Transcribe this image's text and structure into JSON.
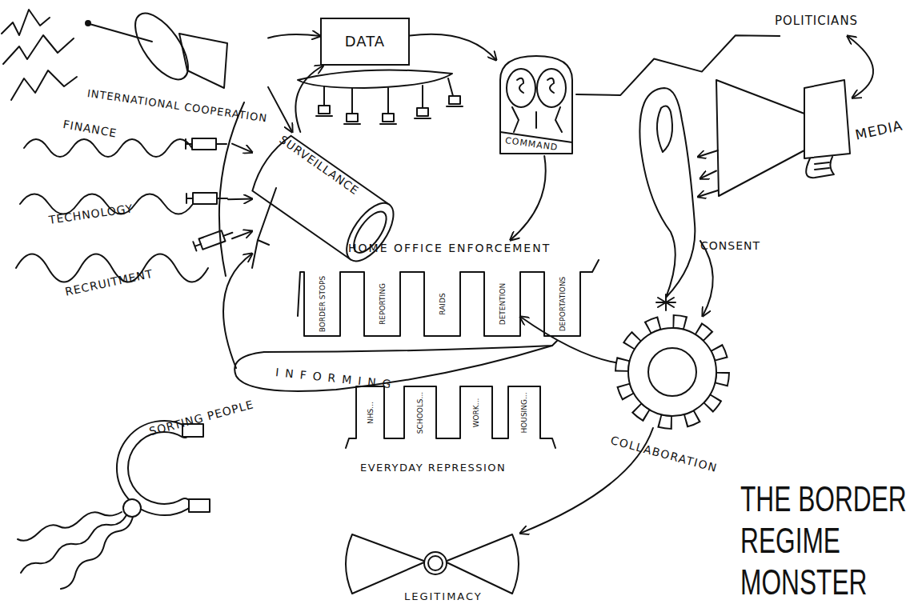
{
  "diagram": {
    "title": "THE BORDER REGIME MONSTER",
    "nodes": [
      {
        "text": [
          "INTERNATIONAL COOPERATION"
        ]
      },
      {
        "text": [
          "FINANCE"
        ]
      },
      {
        "text": [
          "TECHNOLOGY"
        ]
      },
      {
        "text": [
          "RECRUITMENT"
        ]
      },
      {
        "text": [
          "DATA"
        ]
      },
      {
        "text": [
          "SURVEILLANCE"
        ]
      },
      {
        "text": [
          "COMMAND"
        ]
      },
      {
        "text": [
          "POLITICIANS"
        ]
      },
      {
        "text": [
          "MEDIA"
        ]
      },
      {
        "text": [
          "CONSENT"
        ]
      },
      {
        "text": [
          "COLLABORATION"
        ]
      },
      {
        "text": [
          "HOME OFFICE ENFORCEMENT"
        ]
      },
      {
        "text": [
          "BORDER STOPS"
        ],
        "in": 11
      },
      {
        "text": [
          "REPORTING"
        ],
        "in": 11
      },
      {
        "text": [
          "RAIDS"
        ],
        "in": 11
      },
      {
        "text": [
          "DETENTION"
        ],
        "in": 11
      },
      {
        "text": [
          "DEPORTATIONS"
        ],
        "in": 11
      },
      {
        "text": [
          "INFORMING"
        ]
      },
      {
        "text": [
          "EVERYDAY REPRESSION"
        ]
      },
      {
        "text": [
          "NHS..."
        ],
        "in": 18
      },
      {
        "text": [
          "SCHOOLS..."
        ],
        "in": 18
      },
      {
        "text": [
          "WORK..."
        ],
        "in": 18
      },
      {
        "text": [
          "HOUSING..."
        ],
        "in": 18
      },
      {
        "text": [
          "SORTING PEOPLE"
        ]
      },
      {
        "text": [
          "LEGITIMACY"
        ]
      }
    ],
    "edges": [
      {
        "from": 0,
        "to": 4,
        "arrow": "to"
      },
      {
        "from": 0,
        "to": 5,
        "arrow": "to"
      },
      {
        "from": 1,
        "to": 5,
        "arrow": "to"
      },
      {
        "from": 2,
        "to": 5,
        "arrow": "to"
      },
      {
        "from": 3,
        "to": 5,
        "arrow": "to"
      },
      {
        "from": 5,
        "to": 4,
        "arrow": "to"
      },
      {
        "from": 4,
        "to": 6,
        "arrow": "to"
      },
      {
        "from": 7,
        "to": 6,
        "arrow": "none"
      },
      {
        "from": 7,
        "to": 8,
        "arrow": "both"
      },
      {
        "from": 8,
        "to": 9,
        "arrow": "to"
      },
      {
        "from": 9,
        "to": 10,
        "arrow": "to"
      },
      {
        "from": 6,
        "to": 11,
        "arrow": "to"
      },
      {
        "from": 10,
        "to": 15,
        "arrow": "to"
      },
      {
        "from": 10,
        "to": 24,
        "arrow": "to"
      },
      {
        "from": 17,
        "to": 5,
        "arrow": "to"
      }
    ]
  }
}
